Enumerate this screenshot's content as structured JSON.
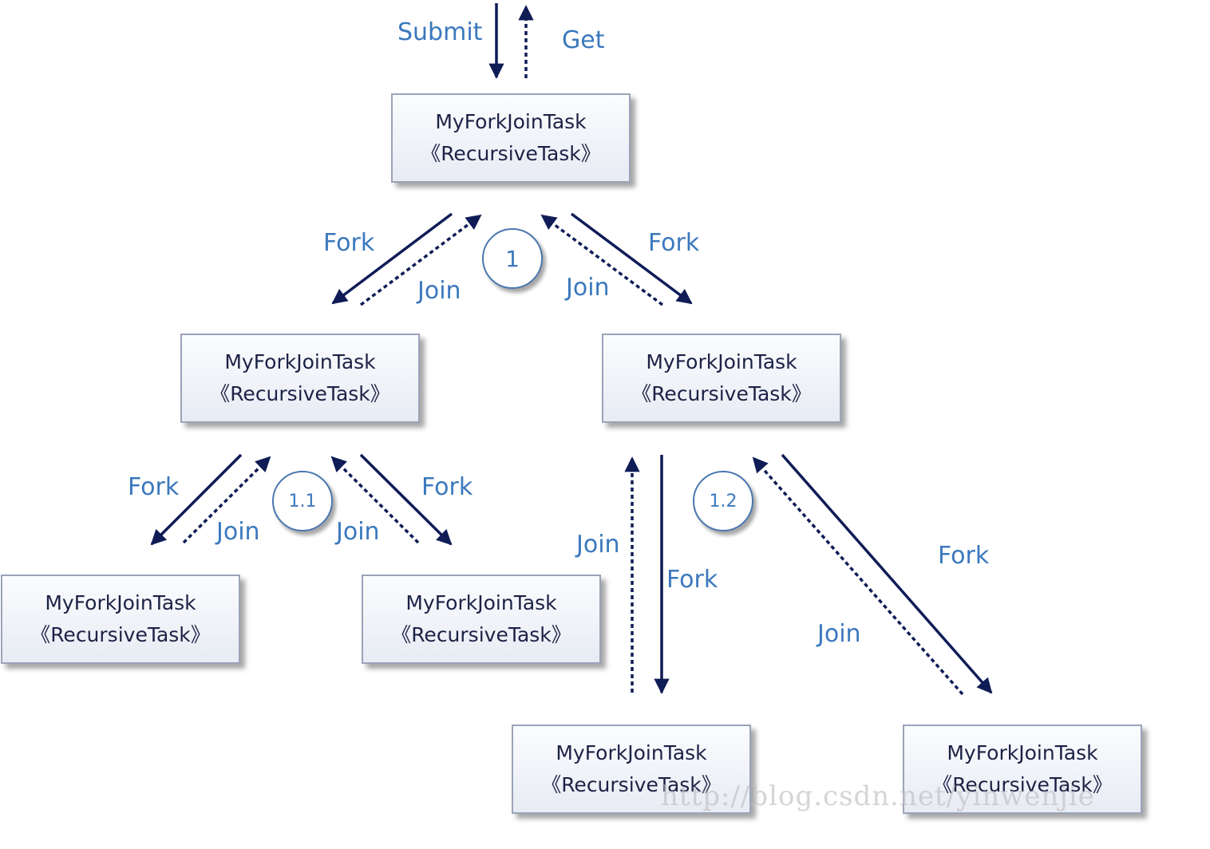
{
  "nodes": {
    "root": {
      "name": "MyForkJoinTask",
      "type": "《RecursiveTask》"
    },
    "left": {
      "name": "MyForkJoinTask",
      "type": "《RecursiveTask》"
    },
    "right": {
      "name": "MyForkJoinTask",
      "type": "《RecursiveTask》"
    },
    "ll": {
      "name": "MyForkJoinTask",
      "type": "《RecursiveTask》"
    },
    "lr": {
      "name": "MyForkJoinTask",
      "type": "《RecursiveTask》"
    },
    "rl": {
      "name": "MyForkJoinTask",
      "type": "《RecursiveTask》"
    },
    "rr": {
      "name": "MyForkJoinTask",
      "type": "《RecursiveTask》"
    }
  },
  "labels": {
    "submit": "Submit",
    "get": "Get",
    "fork": "Fork",
    "join": "Join"
  },
  "steps": {
    "step1": "1",
    "step11": "1.1",
    "step12": "1.2"
  },
  "watermark": "http://blog.csdn.net/yinwenjie",
  "colors": {
    "arrow": "#0f1c56",
    "label": "#3b78bd",
    "box_border": "#9aa3b8",
    "box_text": "#1c2245"
  }
}
